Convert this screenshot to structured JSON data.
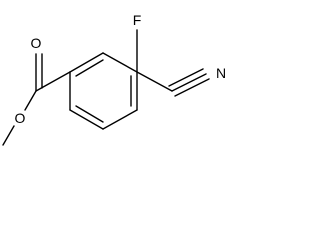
{
  "molecule": {
    "atoms": {
      "fluorine": "F",
      "nitrogen": "N",
      "carbonyl_oxygen": "O",
      "ester_oxygen": "O"
    }
  }
}
